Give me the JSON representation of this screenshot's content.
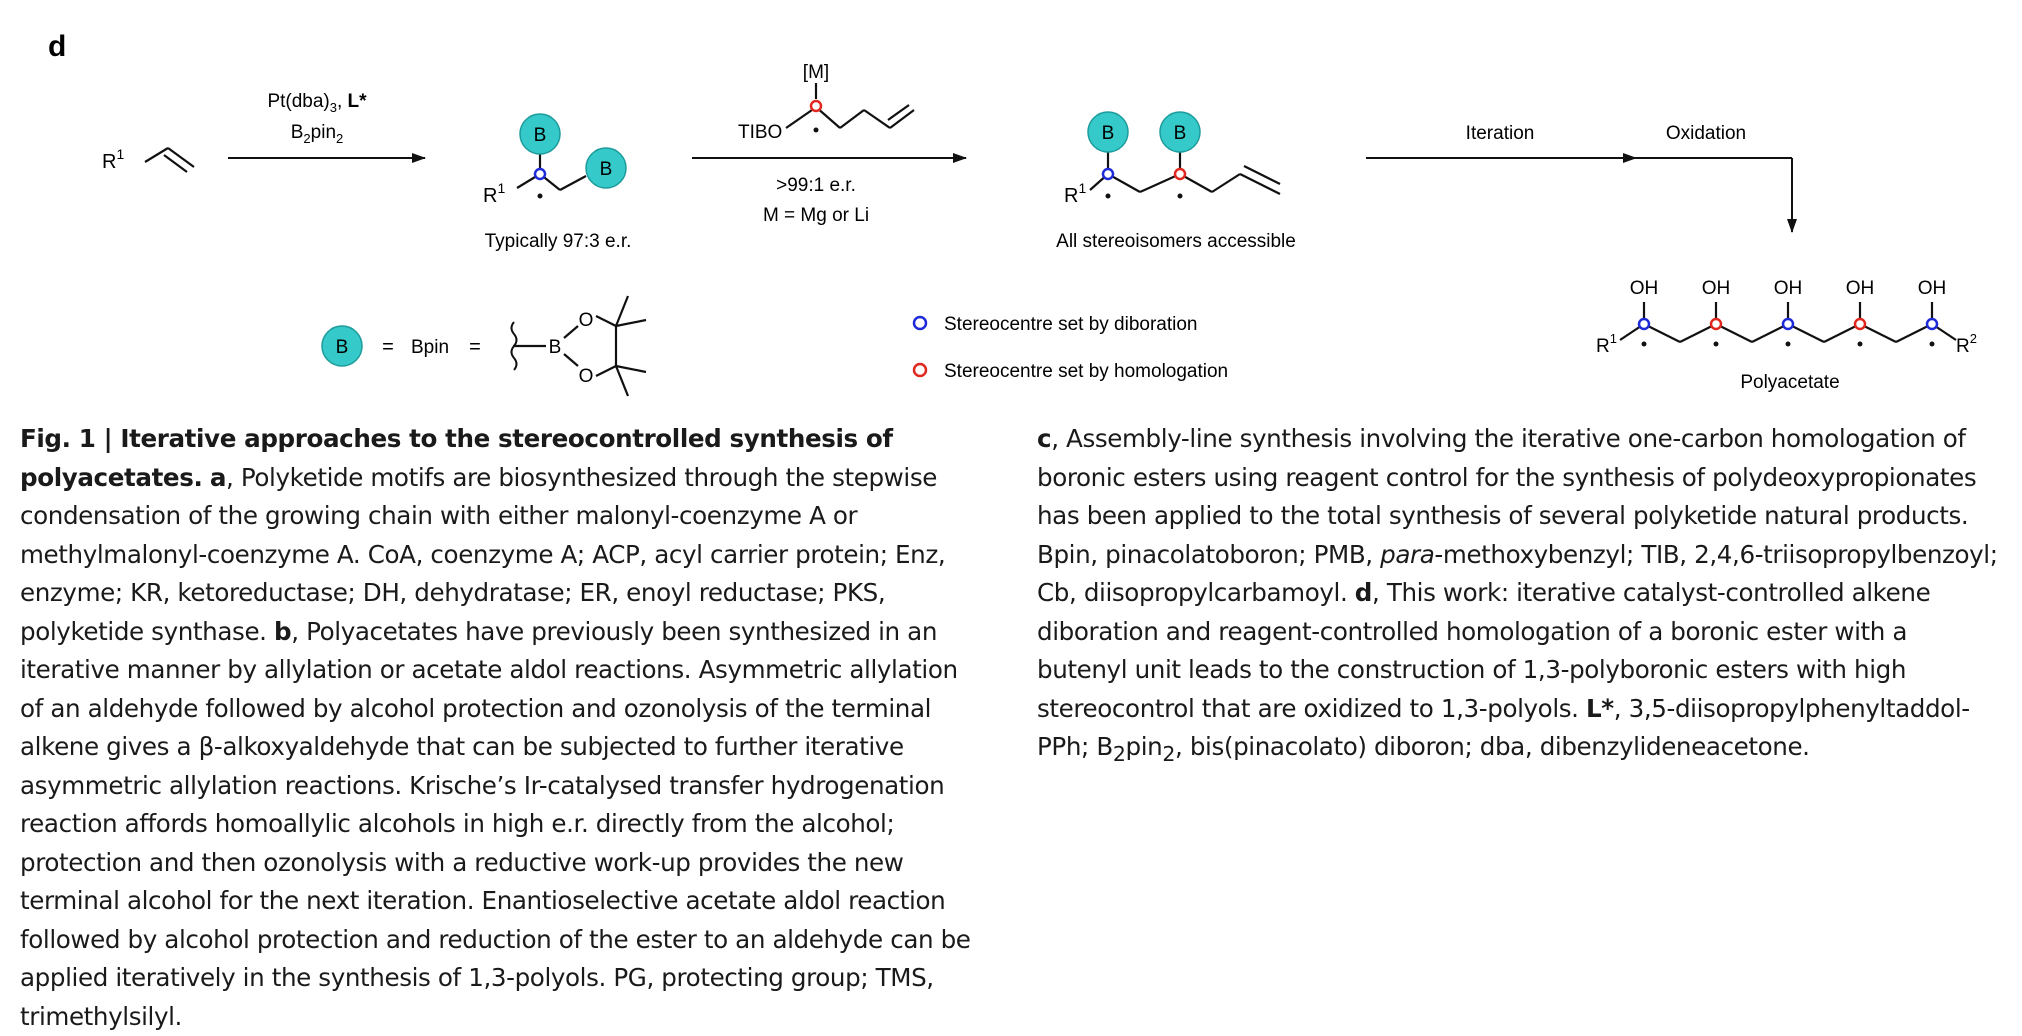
{
  "panel_label": "d",
  "reaction": {
    "step1": {
      "reagent_line1_a": "Pt(dba)",
      "reagent_line1_sub": "3",
      "reagent_line1_b": ", ",
      "reagent_line1_bold": "L*",
      "reagent_line2_a": "B",
      "reagent_line2_sub1": "2",
      "reagent_line2_b": "pin",
      "reagent_line2_sub2": "2",
      "product_note": "Typically 97:3 e.r."
    },
    "step2": {
      "reagent_metal": "[M]",
      "reagent_tibo": "TIBO",
      "er": ">99:1 e.r.",
      "metal_note": "M = Mg or Li",
      "product_note": "All stereoisomers accessible"
    },
    "step3": {
      "iteration": "Iteration",
      "oxidation": "Oxidation",
      "product_note": "Polyacetate"
    },
    "r1": "R",
    "r1_sup": "1",
    "r2": "R",
    "r2_sup": "2",
    "b_letter": "B",
    "oh": "OH",
    "stereo_dot": "•",
    "bpin_def": {
      "equals1": "=",
      "bpin": "Bpin",
      "equals2": "=",
      "o": "O"
    },
    "legend": [
      {
        "label": "Stereocentre set by diboration",
        "color": "#1f2bd6"
      },
      {
        "label": "Stereocentre set by homologation",
        "color": "#e0281f"
      }
    ],
    "colors": {
      "boron_circle": "#35c9c9",
      "boron_edge": "#1e9b9b",
      "diboration": "#1f2bd6",
      "homologation": "#e0281f"
    }
  },
  "caption": {
    "fig_label": "Fig. 1 | ",
    "title": "Iterative approaches to the stereocontrolled synthesis of polyacetates.",
    "a_label": "a",
    "a_text": ", Polyketide motifs are biosynthesized through the stepwise condensation of the growing chain with either malonyl-coenzyme A or methylmalonyl-coenzyme A. CoA, coenzyme A; ACP, acyl carrier protein; Enz, enzyme; KR, ketoreductase; DH, dehydratase; ER, enoyl reductase; PKS, polyketide synthase. ",
    "b_label": "b",
    "b_text": ", Polyacetates have previously been synthesized in an iterative manner by allylation or acetate aldol reactions. Asymmetric allylation of an aldehyde followed by alcohol protection and ozonolysis of the terminal alkene gives a β-alkoxyaldehyde that can be subjected to further iterative asymmetric allylation reactions. Krische’s Ir-catalysed transfer hydrogenation reaction affords homoallylic alcohols in high e.r. directly from the alcohol; protection and then ozonolysis with a reductive work-up provides the new terminal alcohol for the next iteration. Enantioselective acetate aldol reaction followed by alcohol protection and reduction of the ester to an aldehyde can be applied iteratively in the synthesis of 1,3-polyols. PG, protecting group; TMS, trimethylsilyl. ",
    "c_label": "c",
    "c_text_1": ", Assembly-line synthesis involving the iterative one-carbon homologation of boronic esters using reagent control for the synthesis of polydeoxypropionates has been applied to the total synthesis of several polyketide natural products. Bpin, pinacolatoboron; PMB, ",
    "c_para": "para",
    "c_text_2": "-methoxybenzyl; TIB, 2,4,6-triisopropylbenzoyl; Cb, diisopropylcarbamoyl. ",
    "d_label": "d",
    "d_text_1": ", This work: iterative catalyst-controlled alkene diboration and reagent-controlled homologation of a boronic ester with a butenyl unit leads to the construction of 1,3-polyboronic esters with high stereocontrol that are oxidized to 1,3-polyols. ",
    "d_L": "L*",
    "d_text_2": ", 3,5-diisopropylphenyltaddol-PPh; B",
    "d_sub1": "2",
    "d_text_3": "pin",
    "d_sub2": "2",
    "d_text_4": ", bis(pinacolato) diboron; dba, dibenzylideneacetone."
  }
}
